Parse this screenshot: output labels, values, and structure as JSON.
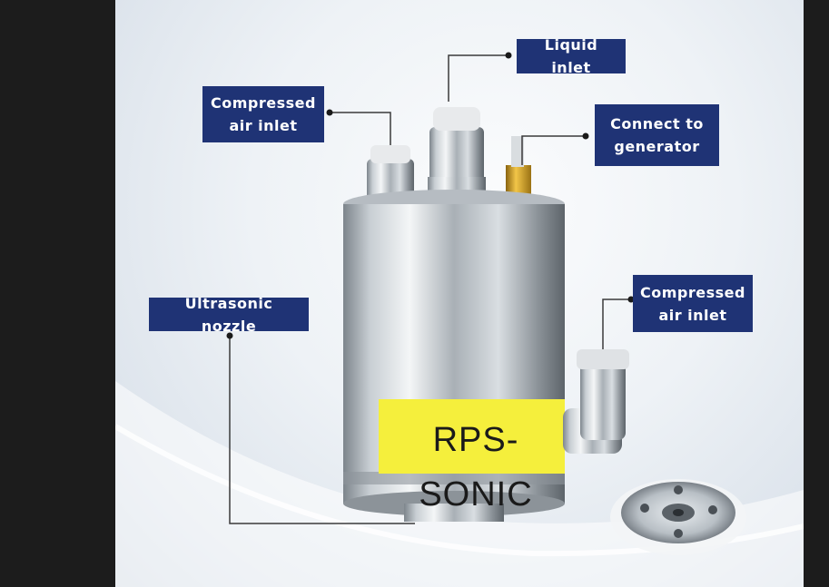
{
  "labels": {
    "compressed_air_top": [
      "Compressed",
      "air inlet"
    ],
    "liquid_inlet": "Liquid inlet",
    "connect_generator": [
      "Connect to",
      "generator"
    ],
    "compressed_air_side": [
      "Compressed",
      "air inlet"
    ],
    "ultrasonic_nozzle": "Ultrasonic nozzle"
  },
  "product_label": "RPS-SONIC",
  "colors": {
    "callout_bg": "#1f3375",
    "sticker": "#f5ef3c",
    "page_bg": "#1c1c1c"
  }
}
